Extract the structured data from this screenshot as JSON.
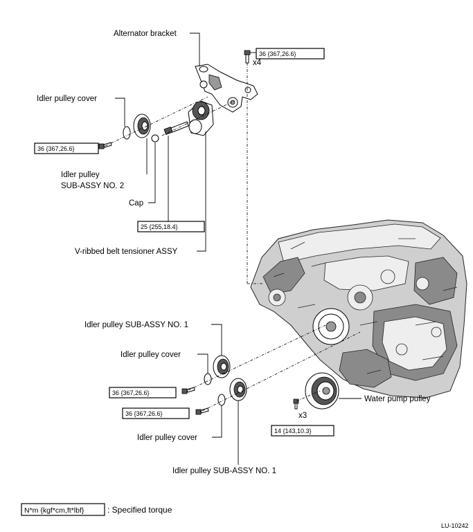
{
  "labels": {
    "alternator_bracket": "Alternator bracket",
    "idler_pulley_cover_top": "Idler pulley cover",
    "idler_pulley_no2_line1": "Idler pulley",
    "idler_pulley_no2_line2": "SUB-ASSY NO. 2",
    "cap": "Cap",
    "tensioner": "V-ribbed belt tensioner ASSY",
    "idler_pulley_no1_upper": "Idler pulley SUB-ASSY NO. 1",
    "idler_pulley_cover_mid": "Idler pulley cover",
    "idler_pulley_cover_low": "Idler pulley cover",
    "idler_pulley_no1_lower": "Idler pulley SUB-ASSY NO. 1",
    "water_pump_pulley": "Water pump pulley"
  },
  "torques": {
    "bracket_bolt": "36 {367,26.6}",
    "idler_no2_bolt": "36 {367,26.6}",
    "tensioner_bolt": "25 {255,18.4}",
    "idler_no1_upper_bolt": "36 {367,26.6}",
    "idler_no1_lower_bolt": "36 {367,26.6}",
    "water_pump_bolt": "14 {143,10.3}"
  },
  "quantities": {
    "bracket_bolt": "x4",
    "water_pump_bolt": "x3"
  },
  "legend": {
    "unit": "N*m {kgf*cm,ft*lbf}",
    "description": ": Specified torque"
  },
  "figure_id": "LU-10242"
}
